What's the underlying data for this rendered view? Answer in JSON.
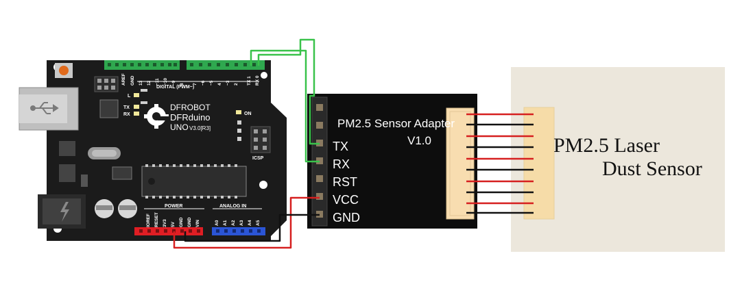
{
  "board": {
    "brand_line1": "DFROBOT",
    "brand_line2": "DFRduino",
    "model": "UNO",
    "version": "V3.0[R3]",
    "digital_label": "DIGITAL (PWM~)",
    "digital_pins": [
      "AREF",
      "GND",
      "13",
      "12",
      "~11",
      "~10",
      "~9",
      "8",
      "7",
      "~6",
      "~5",
      "4",
      "~3",
      "2",
      "TX 1",
      "RX 0"
    ],
    "led_labels": [
      "L",
      "TX",
      "RX"
    ],
    "on_label": "ON",
    "icsp_label": "ICSP",
    "power_label": "POWER",
    "power_pins": [
      "IOREF",
      "RESET",
      "3V3",
      "5V",
      "GND",
      "GND",
      "VIN"
    ],
    "analog_label": "ANALOG IN",
    "analog_pins": [
      "A0",
      "A1",
      "A2",
      "A3",
      "A4",
      "A5"
    ]
  },
  "adapter": {
    "title": "PM2.5 Sensor Adapter",
    "version": "V1.0",
    "pins": [
      "TX",
      "RX",
      "RST",
      "VCC",
      "GND"
    ]
  },
  "sensor": {
    "line1": "PM2.5 Laser",
    "line2": "Dust Sensor"
  },
  "colors": {
    "board": "#1b1b1b",
    "header_green": "#2fa84f",
    "power_red": "#e01e24",
    "analog_blue": "#2b55d6",
    "wire_green": "#39c24a",
    "wire_red": "#d61f1f",
    "wire_black": "#111111",
    "sensor_body": "#ece7dc",
    "sensor_connector": "#f6dca8"
  }
}
